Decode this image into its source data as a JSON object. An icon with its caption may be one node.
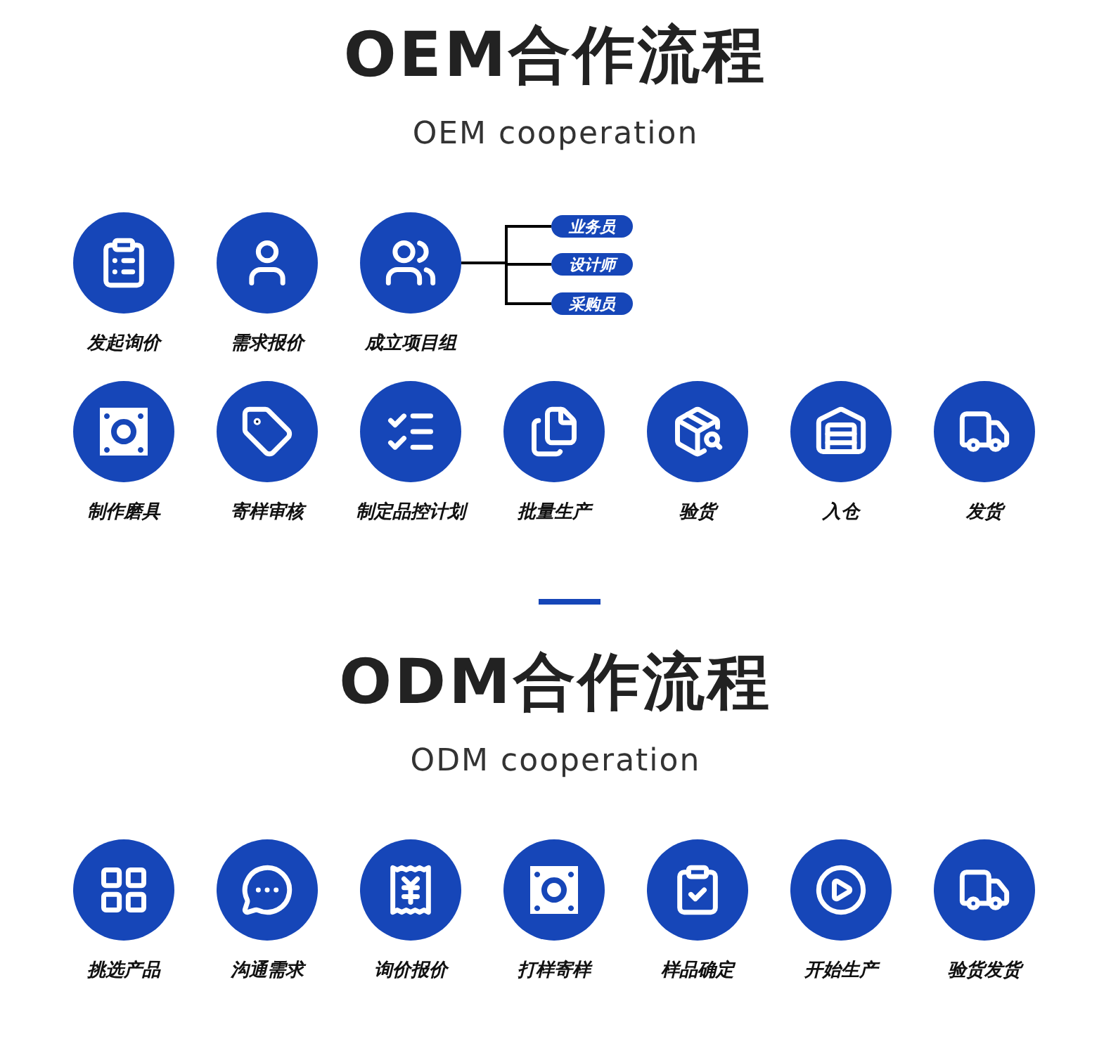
{
  "diagram": {
    "title": "OEM合作流程",
    "nodes": [
      {
        "text": [
          "发起询价"
        ]
      },
      {
        "text": [
          "需求报价"
        ]
      },
      {
        "text": [
          "成立项目组"
        ]
      },
      {
        "text": [
          "业务员"
        ]
      },
      {
        "text": [
          "设计师"
        ]
      },
      {
        "text": [
          "采购员"
        ]
      },
      {
        "text": [
          "制作磨具"
        ]
      },
      {
        "text": [
          "寄样审核"
        ]
      },
      {
        "text": [
          "制定品控计划"
        ]
      },
      {
        "text": [
          "批量生产"
        ]
      },
      {
        "text": [
          "验货"
        ]
      },
      {
        "text": [
          "入仓"
        ]
      },
      {
        "text": [
          "发货"
        ]
      },
      {
        "text": [
          "挑选产品"
        ]
      },
      {
        "text": [
          "沟通需求"
        ]
      },
      {
        "text": [
          "询价报价"
        ]
      },
      {
        "text": [
          "打样寄样"
        ]
      },
      {
        "text": [
          "样品确定"
        ]
      },
      {
        "text": [
          "开始生产"
        ]
      },
      {
        "text": [
          "验货发货"
        ]
      }
    ],
    "edges": [
      {
        "from": 2,
        "to": 3,
        "arrow": "none"
      },
      {
        "from": 2,
        "to": 4,
        "arrow": "none"
      },
      {
        "from": 2,
        "to": 5,
        "arrow": "none"
      }
    ],
    "labels": [
      "OEM cooperation",
      "ODM合作流程",
      "ODM cooperation"
    ]
  }
}
